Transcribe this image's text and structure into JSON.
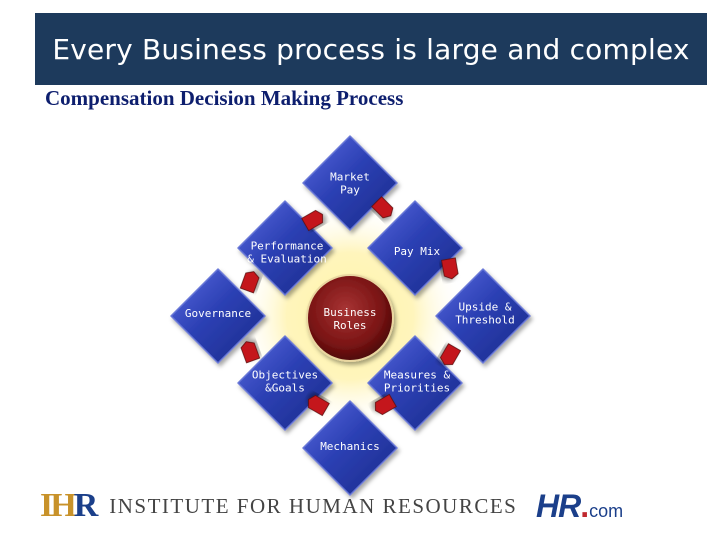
{
  "header": {
    "title": "Every Business process is large and complex",
    "subtitle": "Compensation Decision Making Process"
  },
  "diagram": {
    "center": [
      "Business",
      "Roles"
    ],
    "nodes": [
      {
        "id": "market-pay",
        "lines": [
          "Market",
          "Pay"
        ]
      },
      {
        "id": "pay-mix",
        "lines": [
          "Pay Mix"
        ]
      },
      {
        "id": "upside-threshold",
        "lines": [
          "Upside &",
          "Threshold"
        ]
      },
      {
        "id": "measures-priorities",
        "lines": [
          "Measures &",
          "Priorities"
        ]
      },
      {
        "id": "mechanics",
        "lines": [
          "Mechanics"
        ]
      },
      {
        "id": "objectives-goals",
        "lines": [
          "Objectives",
          "&Goals"
        ]
      },
      {
        "id": "governance",
        "lines": [
          "Governance"
        ]
      },
      {
        "id": "performance-evaluation",
        "lines": [
          "Performance",
          "& Evaluation"
        ]
      }
    ]
  },
  "colors": {
    "title_bar": "#1d3a5c",
    "diamond_fill": "#2a3fb0",
    "diamond_edge": "#6b79d8",
    "center_fill": "#7a1414",
    "arrow": "#c4161c",
    "subtitle": "#0d1e6e"
  },
  "footer": {
    "org_logo_mark": "IHR",
    "org_name": "INSTITUTE FOR HUMAN RESOURCES",
    "site_logo": "HR.com"
  }
}
